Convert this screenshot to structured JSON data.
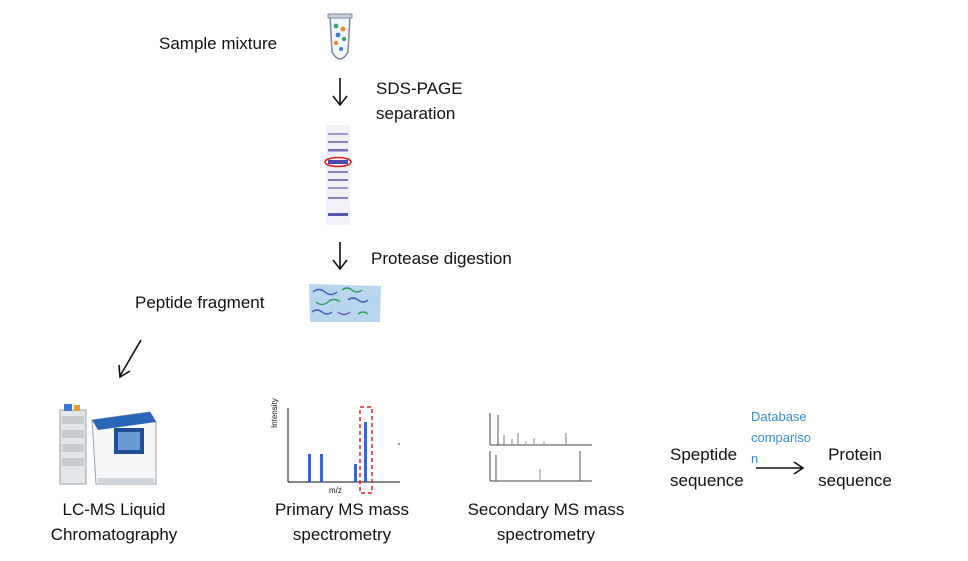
{
  "labels": {
    "sample_mixture": "Sample mixture",
    "sds_page_line1": "SDS-PAGE",
    "sds_page_line2": "separation",
    "protease_digestion": "Protease digestion",
    "peptide_fragment": "Peptide fragment",
    "lcms_line1": "LC-MS Liquid",
    "lcms_line2": "Chromatography",
    "primary_ms_line1": "Primary MS mass",
    "primary_ms_line2": "spectrometry",
    "secondary_ms_line1": "Secondary MS mass",
    "secondary_ms_line2": "spectrometry",
    "database_line1": "Database",
    "database_line2": "compariso",
    "database_line3": "n",
    "speptide_line1": "Speptide",
    "speptide_line2": "sequence",
    "protein_line1": "Protein",
    "protein_line2": "sequence",
    "axis_intensity": "Intensity",
    "axis_mz": "m/z"
  },
  "colors": {
    "text": "#111111",
    "database_text": "#3a8fcf",
    "gel_band": "#4a4aa8",
    "highlight": "#e02020",
    "peak": "#3b63d6",
    "peptide_bg": "#b8d6f0"
  }
}
